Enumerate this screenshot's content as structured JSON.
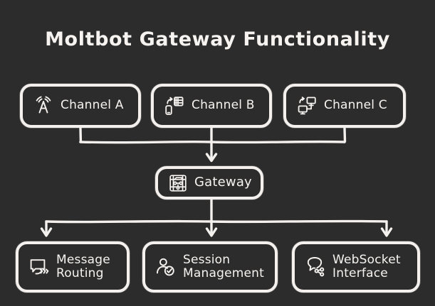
{
  "diagram": {
    "title": "Moltbot Gateway Functionality",
    "background_color": "#2c2c2c",
    "stroke_color": "#f3f0ee",
    "text_color": "#f6f3f0",
    "style": "hand-drawn-sketch",
    "sources": [
      {
        "id": "channel-a",
        "label": "Channel A",
        "icon": "antenna-broadcast-icon"
      },
      {
        "id": "channel-b",
        "label": "Channel B",
        "icon": "mobile-server-exchange-icon"
      },
      {
        "id": "channel-c",
        "label": "Channel C",
        "icon": "computers-exchange-icon"
      }
    ],
    "hub": {
      "id": "gateway",
      "label": "Gateway",
      "icon": "network-chip-icon"
    },
    "features": [
      {
        "id": "message-routing",
        "label": "Message\nRouting",
        "icon": "speech-bubble-arrows-icon"
      },
      {
        "id": "session-management",
        "label": "Session\nManagement",
        "icon": "user-check-icon"
      },
      {
        "id": "websocket-interface",
        "label": "WebSocket\nInterface",
        "icon": "speech-bubble-nodes-icon"
      }
    ],
    "edges": [
      {
        "from": "channel-a",
        "to": "gateway"
      },
      {
        "from": "channel-b",
        "to": "gateway"
      },
      {
        "from": "channel-c",
        "to": "gateway"
      },
      {
        "from": "gateway",
        "to": "message-routing"
      },
      {
        "from": "gateway",
        "to": "session-management"
      },
      {
        "from": "gateway",
        "to": "websocket-interface"
      }
    ]
  }
}
